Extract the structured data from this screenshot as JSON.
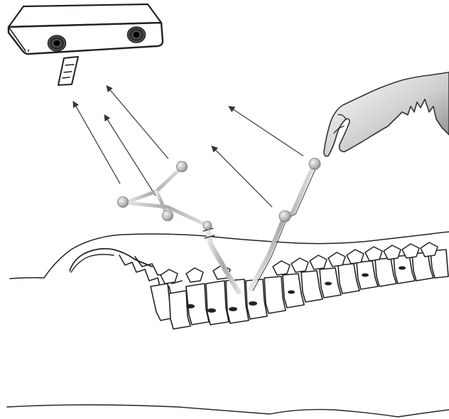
{
  "figure": {
    "palette": {
      "ink": "#222222",
      "marker_light": "#f4f4f4",
      "marker_dark": "#8a8a8a",
      "tool_shaft": "#9a9a9a",
      "background": "#ffffff"
    },
    "components": [
      {
        "id": "optical-tracking-camera",
        "icon": "stereo-camera-icon"
      },
      {
        "id": "reference-frame",
        "markers": 3
      },
      {
        "id": "tracked-probe",
        "markers": 2
      },
      {
        "id": "surgeon-hand",
        "icon": "hand-icon"
      },
      {
        "id": "spine",
        "icon": "vertebral-column-icon"
      }
    ]
  }
}
